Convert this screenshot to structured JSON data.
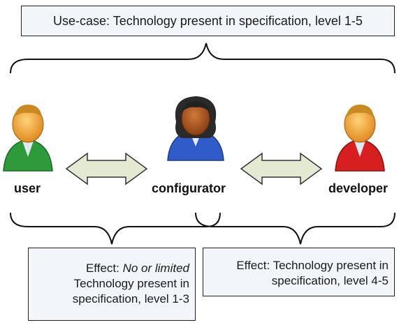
{
  "usecase": {
    "text": "Use-case: Technology present in specification, level 1-5"
  },
  "actors": {
    "user": "user",
    "configurator": "configurator",
    "developer": "developer"
  },
  "effect_left": {
    "prefix": "Effect: ",
    "emphasis": "No or limited",
    "rest": "Technology present in specification, level 1-3"
  },
  "effect_right": {
    "text": "Effect: Technology present in specification, level 4-5"
  },
  "colors": {
    "user_shirt": "#2e9a3a",
    "configurator_shirt": "#2f5cc8",
    "developer_shirt": "#d81f1f",
    "arrow_fill": "#e4ead2",
    "box_fill": "#f2f5fa"
  }
}
